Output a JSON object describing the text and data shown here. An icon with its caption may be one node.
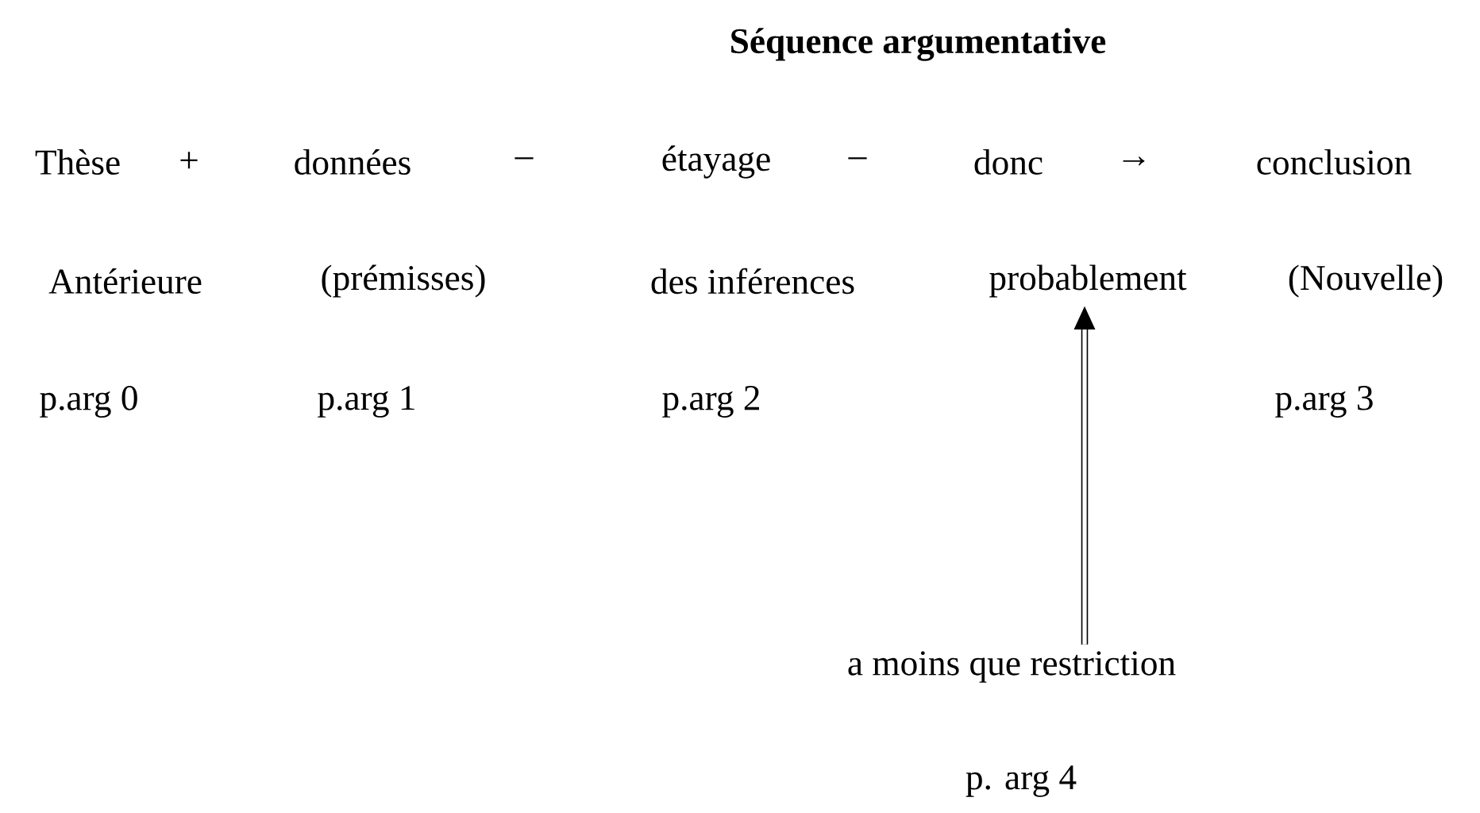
{
  "diagram": {
    "title": "Séquence argumentative",
    "nodes": [
      {
        "text": [
          "probablement"
        ]
      },
      {
        "text": [
          "a moins que restriction"
        ]
      }
    ],
    "edges": [
      {
        "from": 1,
        "to": 0,
        "arrow": "to"
      }
    ],
    "labels": [
      "Thèse",
      "+",
      "données",
      "–",
      "étayage",
      "–",
      "donc",
      "→",
      "conclusion",
      "Antérieure",
      "(prémisses)",
      "des inférences",
      "(Nouvelle)",
      "p.arg 0",
      "p.arg 1",
      "p.arg 2",
      "p.arg 3",
      "p. arg 4"
    ]
  }
}
